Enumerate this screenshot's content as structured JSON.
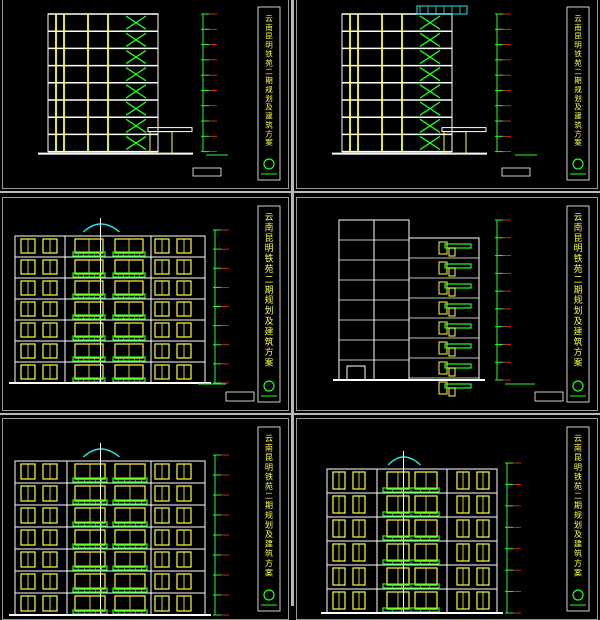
{
  "sheets": [
    {
      "id": "sheet-1",
      "kind": "section",
      "title_block_chars": [
        "云",
        "南",
        "昆",
        "明",
        "铁",
        "苑",
        "二",
        "期",
        "规",
        "划",
        "及",
        "建",
        "筑",
        "方",
        "案"
      ]
    },
    {
      "id": "sheet-2",
      "kind": "section",
      "title_block_chars": [
        "云",
        "南",
        "昆",
        "明",
        "铁",
        "苑",
        "二",
        "期",
        "规",
        "划",
        "及",
        "建",
        "筑",
        "方",
        "案"
      ]
    },
    {
      "id": "sheet-3",
      "kind": "elevation",
      "title_block_chars": [
        "云",
        "南",
        "昆",
        "明",
        "铁",
        "苑",
        "二",
        "期",
        "规",
        "划",
        "及",
        "建",
        "筑",
        "方",
        "案"
      ]
    },
    {
      "id": "sheet-4",
      "kind": "side-elevation",
      "title_block_chars": [
        "云",
        "南",
        "昆",
        "明",
        "铁",
        "苑",
        "二",
        "期",
        "规",
        "划",
        "及",
        "建",
        "筑",
        "方",
        "案"
      ]
    },
    {
      "id": "sheet-5",
      "kind": "elevation",
      "title_block_chars": [
        "云",
        "南",
        "昆",
        "明",
        "铁",
        "苑",
        "二",
        "期",
        "规",
        "划",
        "及",
        "建",
        "筑",
        "方",
        "案"
      ]
    },
    {
      "id": "sheet-6",
      "kind": "elevation",
      "title_block_chars": [
        "云",
        "南",
        "昆",
        "明",
        "铁",
        "苑",
        "二",
        "期",
        "规",
        "划",
        "及",
        "建",
        "筑",
        "方",
        "案"
      ]
    }
  ],
  "colors": {
    "border": "#9a9a9a",
    "line_white": "#ffffff",
    "line_yellow": "#ffff3a",
    "line_green": "#22ff22",
    "line_cyan": "#25e6e6",
    "line_red": "#ff3030",
    "title_text": "#ffff3a"
  }
}
